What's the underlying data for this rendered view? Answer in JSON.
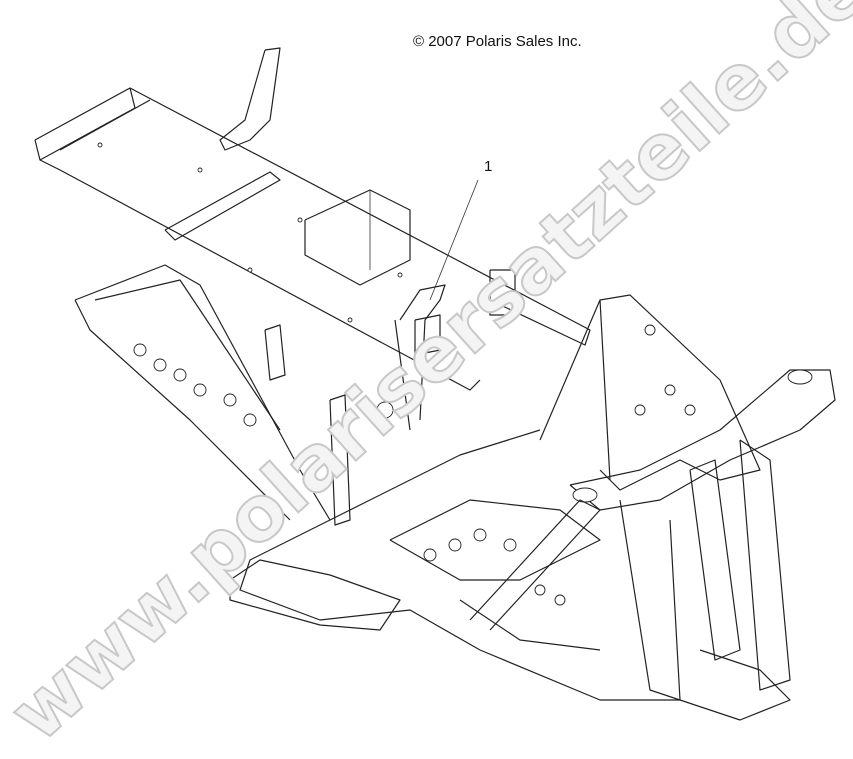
{
  "copyright": "© 2007 Polaris Sales Inc.",
  "callouts": [
    {
      "label": "1"
    }
  ],
  "watermark": "www.polarisersatzteile.de"
}
